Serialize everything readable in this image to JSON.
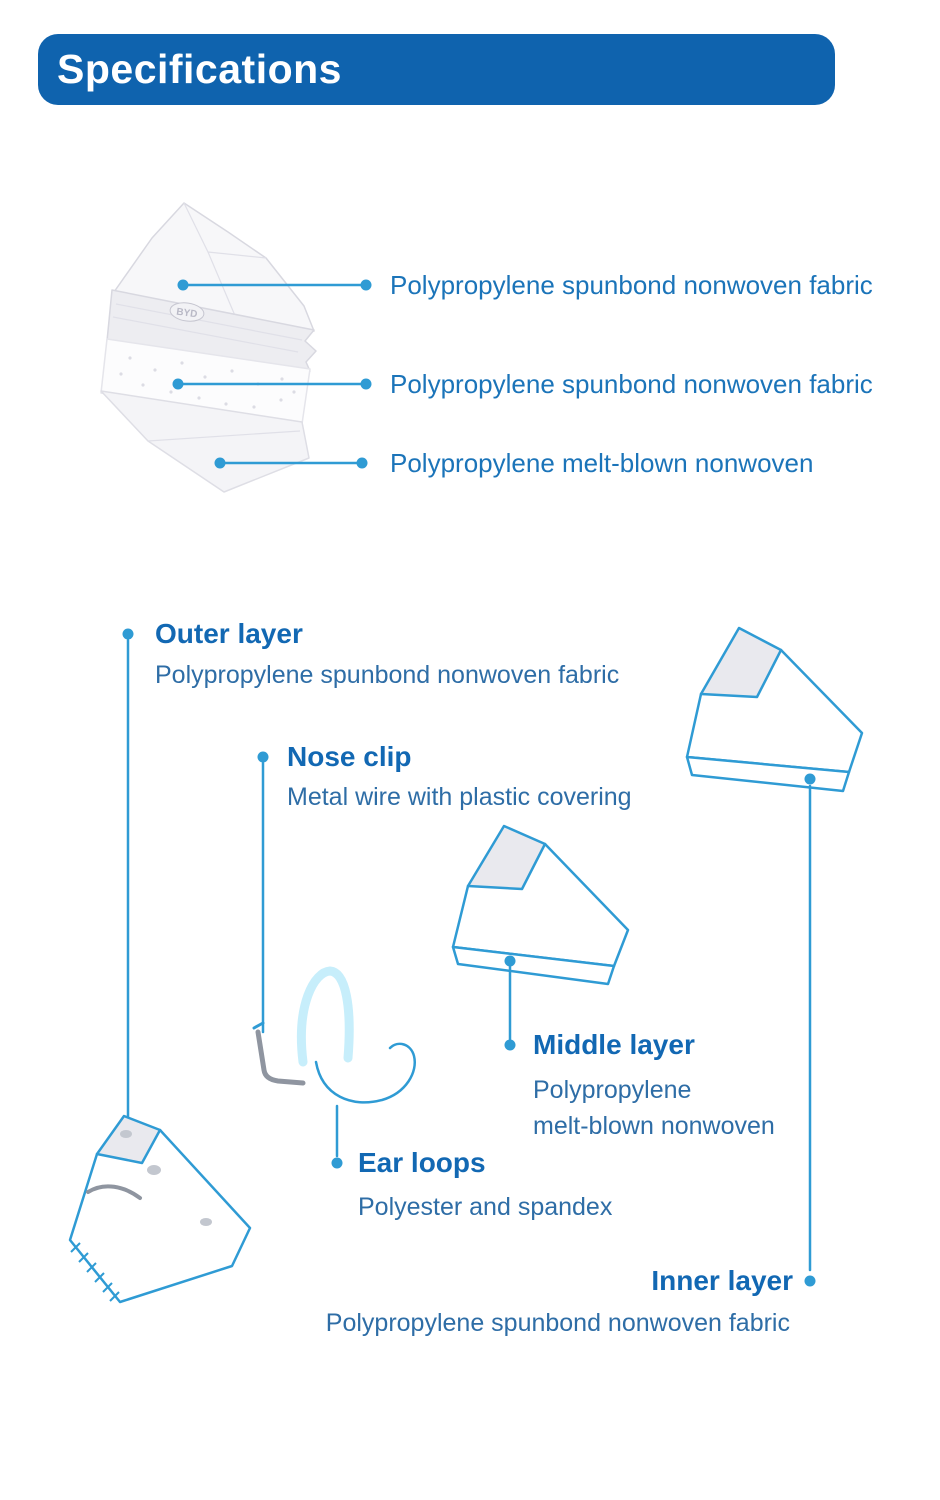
{
  "header": {
    "title": "Specifications"
  },
  "colors": {
    "header_bg": "#0f63ae",
    "heading_text": "#1268b3",
    "body_text": "#2e6da6",
    "callout_text": "#1b74b9",
    "line_art": "#2f9bd4"
  },
  "top_diagram": {
    "logo_text": "BYD",
    "callouts": [
      {
        "label": "Polypropylene spunbond nonwoven fabric"
      },
      {
        "label": "Polypropylene spunbond nonwoven fabric"
      },
      {
        "label": "Polypropylene melt-blown nonwoven"
      }
    ]
  },
  "parts": {
    "outer_layer": {
      "name": "Outer layer",
      "description": "Polypropylene spunbond nonwoven fabric"
    },
    "nose_clip": {
      "name": "Nose clip",
      "description": "Metal wire with plastic covering"
    },
    "middle_layer": {
      "name": "Middle layer",
      "description": "Polypropylene\nmelt-blown nonwoven"
    },
    "ear_loops": {
      "name": "Ear loops",
      "description": "Polyester and spandex"
    },
    "inner_layer": {
      "name": "Inner layer",
      "description": "Polypropylene spunbond nonwoven fabric"
    }
  }
}
